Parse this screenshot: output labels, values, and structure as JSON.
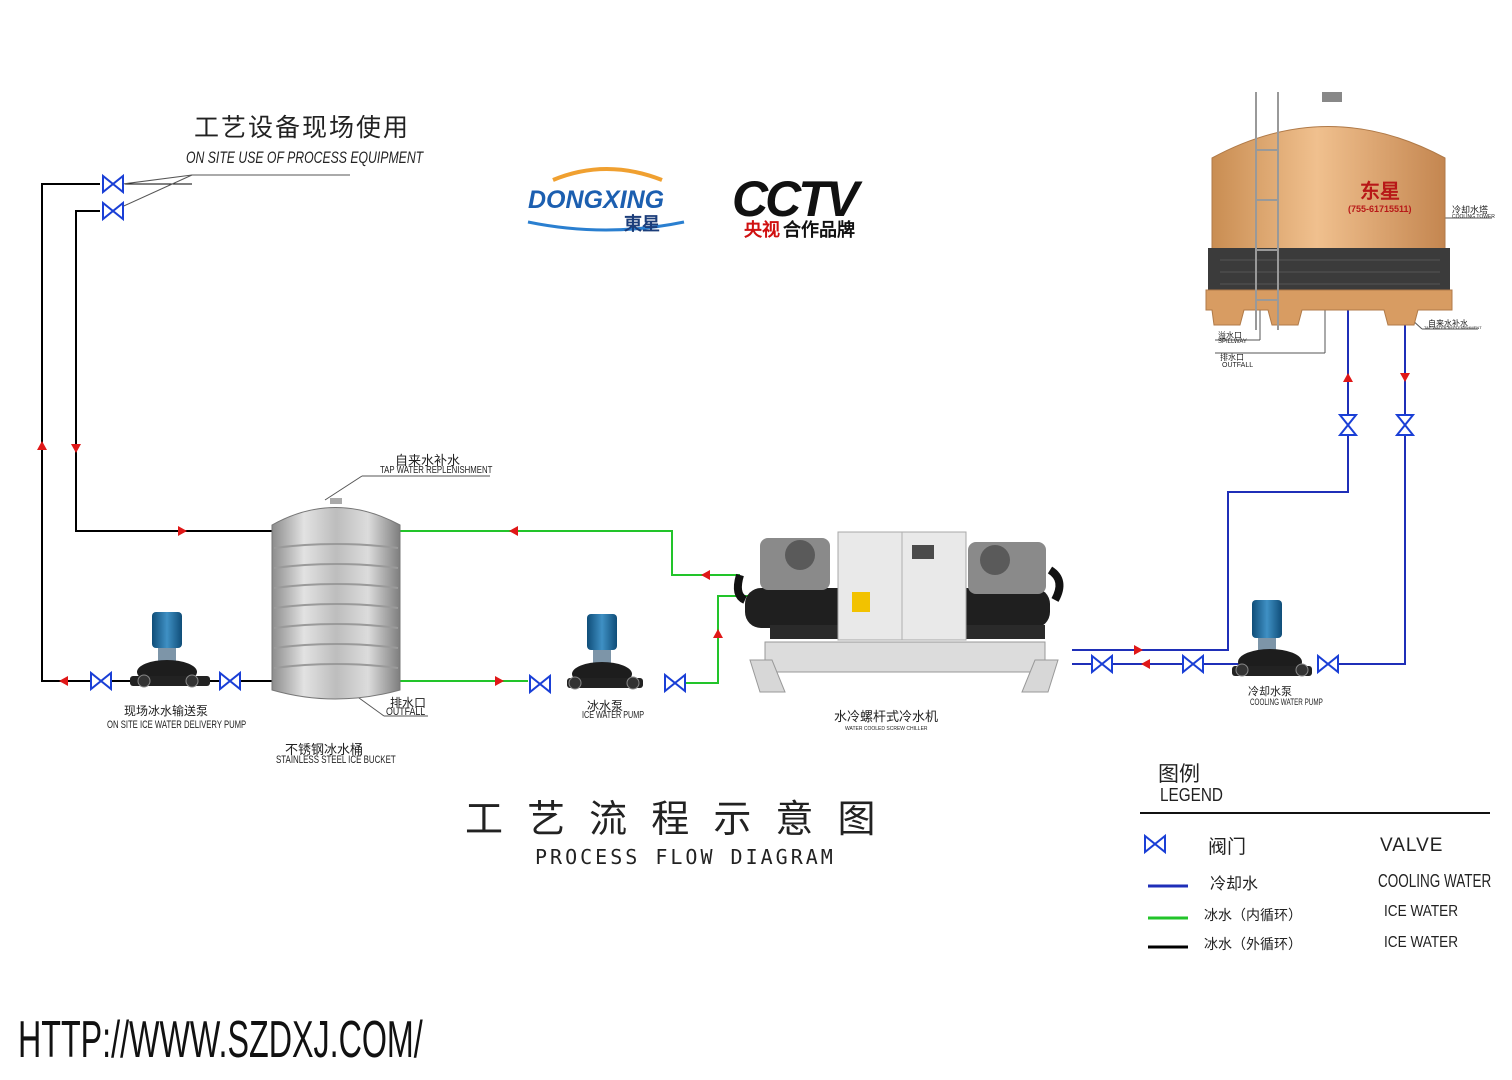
{
  "labels": {
    "process_equipment_cn": "工艺设备现场使用",
    "process_equipment_en": "ON SITE USE OF PROCESS EQUIPMENT",
    "tap_water_cn": "自来水补水",
    "tap_water_en": "TAP WATER REPLENISHMENT",
    "outfall_cn": "排水口",
    "outfall_en": "OUTFALL",
    "delivery_pump_cn": "现场冰水输送泵",
    "delivery_pump_en": "ON SITE ICE WATER DELIVERY PUMP",
    "bucket_cn": "不锈钢冰水桶",
    "bucket_en": "STAINLESS STEEL ICE BUCKET",
    "ice_pump_cn": "冰水泵",
    "ice_pump_en": "ICE WATER PUMP",
    "chiller_cn": "水冷螺杆式冷水机",
    "chiller_en": "WATER COOLED SCREW CHILLER",
    "cooling_pump_cn": "冷却水泵",
    "cooling_pump_en": "COOLING WATER PUMP",
    "tower_cn": "冷却水塔",
    "tower_en": "COOLING TOWER",
    "tower_brand": "东星",
    "tower_phone": "(755-61715511)",
    "spillway_cn": "溢水口",
    "spillway_en": "SPILLWAY",
    "tower_outfall_cn": "排水口",
    "tower_outfall_en": "OUTFALL",
    "tower_tap_cn": "自来水补水",
    "tower_tap_en": "TAP WATER REPLENISHMENT"
  },
  "logos": {
    "dongxing_en": "DONGXING",
    "dongxing_cn": "東星",
    "cctv": "CCTV",
    "cctv_cn_red": "央视",
    "cctv_cn_black": "合作品牌"
  },
  "title": {
    "cn": "工 艺 流 程 示 意 图",
    "en": "PROCESS FLOW DIAGRAM"
  },
  "legend": {
    "title_cn": "图例",
    "title_en": "LEGEND",
    "items": [
      {
        "symbol": "valve",
        "cn": "阀门",
        "en": "VALVE",
        "color": "#1a3fd6"
      },
      {
        "symbol": "line",
        "cn": "冷却水",
        "en": "COOLING WATER",
        "color": "#1f2fb8"
      },
      {
        "symbol": "line",
        "cn": "冰水（内循环）",
        "en": "ICE WATER",
        "color": "#22c42a"
      },
      {
        "symbol": "line",
        "cn": "冰水（外循环）",
        "en": "ICE WATER",
        "color": "#000000"
      }
    ]
  },
  "website": "HTTP://WWW.SZDXJ.COM/",
  "colors": {
    "cooling_water": "#1f2fb8",
    "ice_inner": "#22c42a",
    "ice_outer": "#000000",
    "arrow": "#e01818",
    "valve": "#1a3fd6",
    "tower_body": "#e8b27a"
  }
}
